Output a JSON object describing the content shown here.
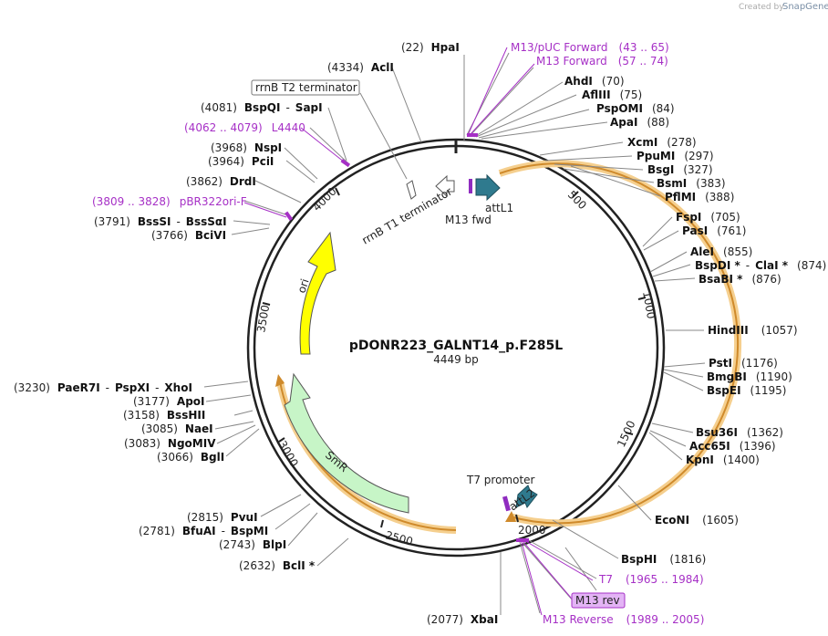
{
  "credit": {
    "created_by": "Created by",
    "brand": "SnapGene"
  },
  "plasmid": {
    "name": "pDONR223_GALNT14_p.F285L",
    "length_label": "4449 bp"
  },
  "ticks": [
    "500",
    "1000",
    "1500",
    "2000",
    "2500",
    "3000",
    "3500",
    "4000"
  ],
  "features": {
    "attl1": "attL1",
    "m13fwd": "M13 fwd",
    "rrnb_t1": "rrnB T1 terminator",
    "t7_promoter": "T7 promoter",
    "attl2": "attL2",
    "ori": "ori",
    "smr": "SmR",
    "rrnb_t2": "rrnB T2 terminator",
    "m13rev": "M13 rev"
  },
  "sites": [
    {
      "id": "hpai",
      "pos": "(22)",
      "name": "HpaI"
    },
    {
      "id": "m13puc",
      "name": "M13/pUC Forward",
      "range": "(43 .. 65)",
      "purple": true
    },
    {
      "id": "m13f",
      "name": "M13 Forward",
      "range": "(57 .. 74)",
      "purple": true
    },
    {
      "id": "ahdi",
      "name": "AhdI",
      "pos": "(70)"
    },
    {
      "id": "aflii",
      "name": "AflIII",
      "pos": "(75)"
    },
    {
      "id": "pspomi",
      "name": "PspOMI",
      "pos": "(84)"
    },
    {
      "id": "apai",
      "name": "ApaI",
      "pos": "(88)"
    },
    {
      "id": "xcmi",
      "name": "XcmI",
      "pos": "(278)"
    },
    {
      "id": "ppumi",
      "name": "PpuMI",
      "pos": "(297)"
    },
    {
      "id": "bsgi",
      "name": "BsgI",
      "pos": "(327)"
    },
    {
      "id": "bsmi",
      "name": "BsmI",
      "pos": "(383)"
    },
    {
      "id": "pflmi",
      "name": "PflMI",
      "pos": "(388)"
    },
    {
      "id": "fspi",
      "name": "FspI",
      "pos": "(705)"
    },
    {
      "id": "pasi",
      "name": "PasI",
      "pos": "(761)"
    },
    {
      "id": "alei",
      "name": "AleI",
      "pos": "(855)"
    },
    {
      "id": "bspdi",
      "name": "BspDI *",
      "name2": "ClaI *",
      "pos": "(874)"
    },
    {
      "id": "bsabi",
      "name": "BsaBI *",
      "pos": "(876)"
    },
    {
      "id": "hindiii",
      "name": "HindIII",
      "pos": "(1057)"
    },
    {
      "id": "psti",
      "name": "PstI",
      "pos": "(1176)"
    },
    {
      "id": "bmgbi",
      "name": "BmgBI",
      "pos": "(1190)"
    },
    {
      "id": "bspei",
      "name": "BspEI",
      "pos": "(1195)"
    },
    {
      "id": "bsu36i",
      "name": "Bsu36I",
      "pos": "(1362)"
    },
    {
      "id": "acc65i",
      "name": "Acc65I",
      "pos": "(1396)"
    },
    {
      "id": "kpni",
      "name": "KpnI",
      "pos": "(1400)"
    },
    {
      "id": "econi",
      "name": "EcoNI",
      "pos": "(1605)"
    },
    {
      "id": "bsphi",
      "name": "BspHI",
      "pos": "(1816)"
    },
    {
      "id": "t7",
      "name": "T7",
      "range": "(1965 .. 1984)",
      "purple": true
    },
    {
      "id": "m13rev_p",
      "name": "M13 Reverse",
      "range": "(1989 .. 2005)",
      "purple": true
    },
    {
      "id": "xbai",
      "pos": "(2077)",
      "name": "XbaI"
    },
    {
      "id": "bcli",
      "pos": "(2632)",
      "name": "BclI *"
    },
    {
      "id": "blpi",
      "pos": "(2743)",
      "name": "BlpI"
    },
    {
      "id": "bfuai",
      "pos": "(2781)",
      "name": "BfuAI",
      "name2": "BspMI"
    },
    {
      "id": "pvui",
      "pos": "(2815)",
      "name": "PvuI"
    },
    {
      "id": "bgli",
      "pos": "(3066)",
      "name": "BglI"
    },
    {
      "id": "ngomiv",
      "pos": "(3083)",
      "name": "NgoMIV"
    },
    {
      "id": "naei",
      "pos": "(3085)",
      "name": "NaeI"
    },
    {
      "id": "bsshii",
      "pos": "(3158)",
      "name": "BssHII"
    },
    {
      "id": "apoi",
      "pos": "(3177)",
      "name": "ApoI"
    },
    {
      "id": "paer7i",
      "pos": "(3230)",
      "name": "PaeR7I",
      "name2": "PspXI",
      "name3": "XhoI"
    },
    {
      "id": "bcivi",
      "pos": "(3766)",
      "name": "BciVI"
    },
    {
      "id": "bssi",
      "pos": "(3791)",
      "name": "BssSI",
      "name2": "BssSαI"
    },
    {
      "id": "pbr322",
      "range": "(3809 .. 3828)",
      "name": "pBR322ori-F",
      "purple": true
    },
    {
      "id": "drdi",
      "pos": "(3862)",
      "name": "DrdI"
    },
    {
      "id": "pcii",
      "pos": "(3964)",
      "name": "PciI"
    },
    {
      "id": "nspi",
      "pos": "(3968)",
      "name": "NspI"
    },
    {
      "id": "l4440",
      "range": "(4062 .. 4079)",
      "name": "L4440",
      "purple": true
    },
    {
      "id": "bspqi",
      "pos": "(4081)",
      "name": "BspQI",
      "name2": "SapI"
    },
    {
      "id": "acli",
      "pos": "(4334)",
      "name": "AclI"
    }
  ]
}
